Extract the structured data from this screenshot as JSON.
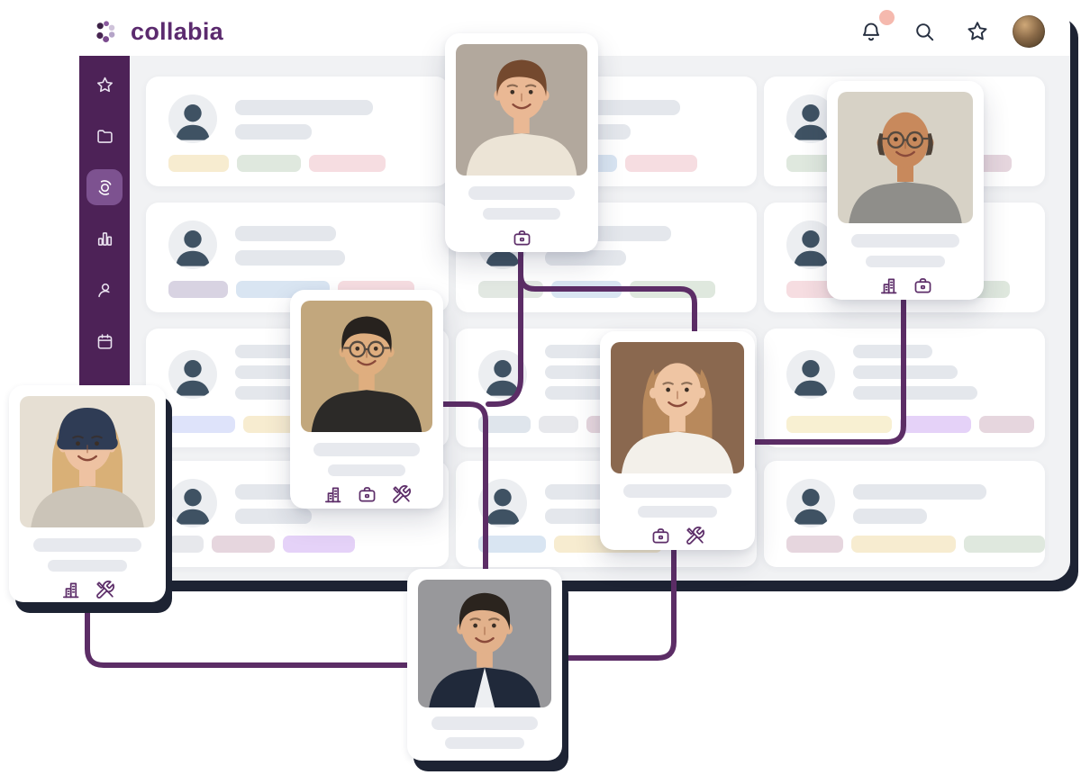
{
  "app": {
    "name": "collabia",
    "colors": {
      "accent": "#5b2a6e",
      "sidebar_bg": "#4d2257",
      "sidebar_active": "#7d5290",
      "icon_purple": "#5d2e69",
      "connector": "#5c2d66",
      "window_shadow": "#1d2333",
      "content_bg": "#f1f2f4",
      "notification_dot": "#f5b9ae",
      "topbar_icon": "#273041"
    }
  },
  "topbar": {
    "logo_text": "collabia",
    "actions": [
      {
        "icon": "bell",
        "has_notification": true
      },
      {
        "icon": "search",
        "has_notification": false
      },
      {
        "icon": "star",
        "has_notification": false
      }
    ],
    "avatar_alt": "current user profile photo"
  },
  "sidebar": {
    "items": [
      {
        "icon": "star",
        "active": false
      },
      {
        "icon": "folder",
        "active": false
      },
      {
        "icon": "orbit",
        "active": true
      },
      {
        "icon": "bar-chart",
        "active": false
      },
      {
        "icon": "user",
        "active": false
      },
      {
        "icon": "calendar",
        "active": false
      }
    ]
  },
  "board": {
    "cards": [
      {
        "id": "r1c1",
        "bars": [
          153,
          85
        ],
        "pills": [
          {
            "color": "#f7ecd0",
            "width": 67
          },
          {
            "color": "#dfe8de",
            "width": 71
          },
          {
            "color": "#f6dde1",
            "width": 85
          }
        ]
      },
      {
        "id": "r1c2",
        "bars": [
          150,
          95
        ],
        "pills": [
          {
            "color": "#dfe8de",
            "width": 70
          },
          {
            "color": "#d9e5f2",
            "width": 75
          },
          {
            "color": "#f6dde1",
            "width": 80
          }
        ]
      },
      {
        "id": "r1c3",
        "bars": [
          140,
          90
        ],
        "pills": [
          {
            "color": "#dfe8de",
            "width": 104
          },
          {
            "color": "#f7ecd0",
            "width": 70
          },
          {
            "color": "#e6d6de",
            "width": 58
          }
        ]
      },
      {
        "id": "r2c1",
        "bars": [
          112,
          122
        ],
        "pills": [
          {
            "color": "#d8d3e2",
            "width": 66
          },
          {
            "color": "#d9e5f2",
            "width": 104
          },
          {
            "color": "#f6dde1",
            "width": 85
          }
        ]
      },
      {
        "id": "r2c2",
        "bars": [
          140,
          90
        ],
        "pills": [
          {
            "color": "#e2e8e2",
            "width": 72
          },
          {
            "color": "#d9e5f2",
            "width": 78
          },
          {
            "color": "#dfe8de",
            "width": 95
          }
        ]
      },
      {
        "id": "r2c3",
        "bars": [
          135,
          88
        ],
        "pills": [
          {
            "color": "#f6dde1",
            "width": 80
          },
          {
            "color": "#f7ecd0",
            "width": 90
          },
          {
            "color": "#dfe8de",
            "width": 60
          }
        ]
      },
      {
        "id": "r3c1",
        "bars": [
          120,
          86,
          78
        ],
        "pills": [
          {
            "color": "#dee3fa",
            "width": 74
          },
          {
            "color": "#f7ecd0",
            "width": 70
          }
        ]
      },
      {
        "id": "r3c2",
        "bars": [
          125,
          95,
          110
        ],
        "pills": [
          {
            "color": "#dfe5ec",
            "width": 58
          },
          {
            "color": "#e7e8ec",
            "width": 44
          },
          {
            "color": "#e6d6de",
            "width": 72
          }
        ]
      },
      {
        "id": "r3c3",
        "bars": [
          88,
          116,
          138
        ],
        "pills": [
          {
            "color": "#f8f0d2",
            "width": 117
          },
          {
            "color": "#e5d2f8",
            "width": 79
          },
          {
            "color": "#e6d6de",
            "width": 61
          }
        ]
      },
      {
        "id": "r4c1",
        "bars": [
          112,
          85
        ],
        "pills": [
          {
            "color": "#e7e8ec",
            "width": 39
          },
          {
            "color": "#e6d6de",
            "width": 70
          },
          {
            "color": "#e5d2f8",
            "width": 80
          }
        ]
      },
      {
        "id": "r4c2",
        "bars": [
          115,
          80
        ],
        "pills": [
          {
            "color": "#d9e5f2",
            "width": 75
          },
          {
            "color": "#f7ecd0",
            "width": 120
          }
        ]
      },
      {
        "id": "r4c3",
        "bars": [
          148,
          82
        ],
        "pills": [
          {
            "color": "#e6d6de",
            "width": 63
          },
          {
            "color": "#f7ecd0",
            "width": 116
          },
          {
            "color": "#dfe8de",
            "width": 90
          }
        ]
      }
    ]
  },
  "people": [
    {
      "id": "p-top",
      "alt": "smiling man with brown hair",
      "bars": [
        118,
        86
      ],
      "badges": [
        "briefcase"
      ],
      "offset_shadow": false,
      "portrait": {
        "colors": {
          "bg": "#b2a89d",
          "skin": "#eab894",
          "hair": "#74492e",
          "shirt": "#ece4d6"
        },
        "features": [
          "hair"
        ]
      }
    },
    {
      "id": "p-right",
      "alt": "bald man with glasses",
      "bars": [
        120,
        88
      ],
      "badges": [
        "building",
        "briefcase"
      ],
      "offset_shadow": false,
      "portrait": {
        "colors": {
          "bg": "#d7d2c6",
          "skin": "#c8895c",
          "hair": "#4e4238",
          "shirt": "#8f8e8a"
        },
        "features": [
          "sidehair",
          "glasses"
        ]
      }
    },
    {
      "id": "p-midleft",
      "alt": "man with glasses and dark shirt",
      "bars": [
        118,
        86
      ],
      "badges": [
        "building",
        "briefcase",
        "tools"
      ],
      "offset_shadow": false,
      "portrait": {
        "colors": {
          "bg": "#c2a77d",
          "skin": "#dfae7f",
          "hair": "#27221e",
          "shirt": "#2c2a28"
        },
        "features": [
          "hair",
          "glasses"
        ]
      }
    },
    {
      "id": "p-midright",
      "alt": "smiling woman with wavy brown hair",
      "bars": [
        120,
        88
      ],
      "badges": [
        "briefcase",
        "tools"
      ],
      "offset_shadow": false,
      "portrait": {
        "colors": {
          "bg": "#8a684f",
          "skin": "#efc5a3",
          "hair": "#b8895c",
          "shirt": "#f3f0ea"
        },
        "features": [
          "longhair"
        ]
      }
    },
    {
      "id": "p-left",
      "alt": "smiling woman wearing navy beanie",
      "bars": [
        120,
        88
      ],
      "badges": [
        "building",
        "tools"
      ],
      "offset_shadow": true,
      "portrait": {
        "colors": {
          "bg": "#e6dfd3",
          "skin": "#eec2a2",
          "hair": "#d9b077",
          "shirt": "#cbc4b8",
          "hat": "#2f3c55"
        },
        "features": [
          "longhair",
          "beanie"
        ]
      }
    },
    {
      "id": "p-bottom",
      "alt": "man in dark suit",
      "bars": [
        118,
        88
      ],
      "badges": [],
      "offset_shadow": true,
      "portrait": {
        "colors": {
          "bg": "#98989b",
          "skin": "#e2b18b",
          "hair": "#2b241e",
          "shirt": "#20293a"
        },
        "features": [
          "hair",
          "suit"
        ]
      }
    }
  ],
  "connectors": [
    {
      "from": "p-top",
      "to": "p-midright"
    },
    {
      "from": "p-top",
      "to": "p-bottom"
    },
    {
      "from": "p-midleft",
      "to": "p-bottom"
    },
    {
      "from": "p-midright",
      "to": "p-bottom"
    },
    {
      "from": "p-left",
      "to": "p-bottom"
    },
    {
      "from": "p-midright",
      "to": "p-right"
    }
  ]
}
